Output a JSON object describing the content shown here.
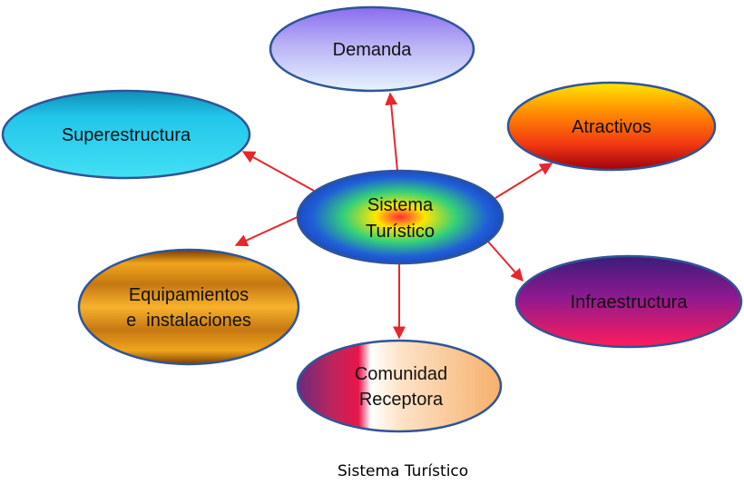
{
  "diagram": {
    "center": {
      "lines": [
        "Sistema",
        "Turístico"
      ]
    },
    "nodes": [
      {
        "id": "demanda",
        "lines": [
          "Demanda"
        ]
      },
      {
        "id": "superestructura",
        "lines": [
          "Superestructura"
        ]
      },
      {
        "id": "atractivos",
        "lines": [
          "Atractivos"
        ]
      },
      {
        "id": "equipamientos",
        "lines": [
          "Equipamientos",
          "e  instalaciones"
        ]
      },
      {
        "id": "infraestructura",
        "lines": [
          "Infraestructura"
        ]
      },
      {
        "id": "comunidad",
        "lines": [
          "Comunidad",
          "Receptora"
        ]
      }
    ],
    "arrow_color": "#e8262c",
    "node_border_color": "#2f5597"
  },
  "caption": "Sistema Turístico"
}
